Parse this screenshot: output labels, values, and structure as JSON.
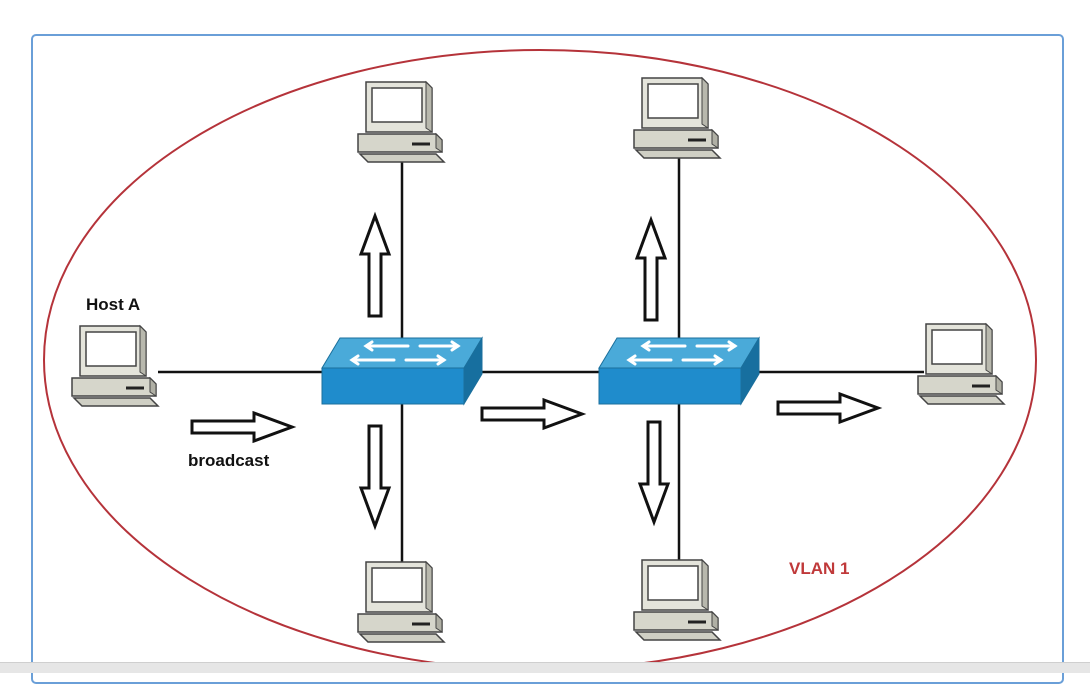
{
  "diagram": {
    "host_label": "Host A",
    "broadcast_label": "broadcast",
    "vlan_label": "VLAN 1"
  },
  "colors": {
    "frame_border": "#6a9fd8",
    "vlan_ellipse": "#b5333a",
    "vlan_text": "#c0393a",
    "switch_top": "#4aaad9",
    "switch_front": "#1f8ccc",
    "switch_side": "#176f9f",
    "pc_body": "#d6d6cb",
    "link": "#111111"
  },
  "icons": {
    "switch": "workgroup-switch-icon",
    "pc": "desktop-pc-icon",
    "arrow": "outline-arrow-icon"
  }
}
